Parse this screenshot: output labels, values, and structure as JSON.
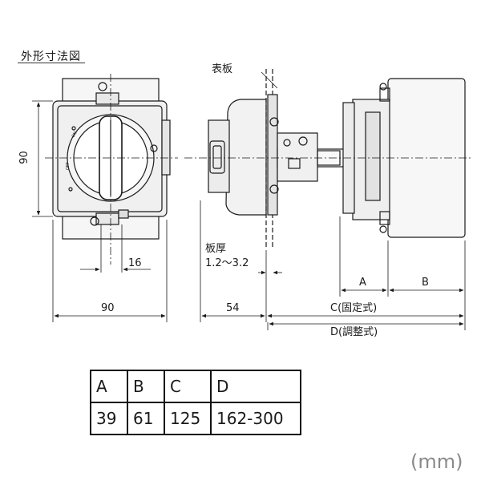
{
  "title": "外形寸法図",
  "labels": {
    "panel": "表板",
    "dim_90_height": "90",
    "dim_16": "16",
    "dim_90_width": "90",
    "plate_thickness": "板厚",
    "plate_range": "1.2～3.2",
    "dim_54": "54",
    "dim_a": "A",
    "dim_b": "B",
    "dim_c": "C(固定式)",
    "dim_d": "D(調整式)"
  },
  "table": {
    "headers": [
      "A",
      "B",
      "C",
      "D"
    ],
    "values": [
      "39",
      "61",
      "125",
      "162-300"
    ]
  },
  "unit": "(mm)",
  "colors": {
    "line": "#1a1a1a",
    "body_fill": "#f4f4f4",
    "unit_text": "#8a8a8a"
  }
}
